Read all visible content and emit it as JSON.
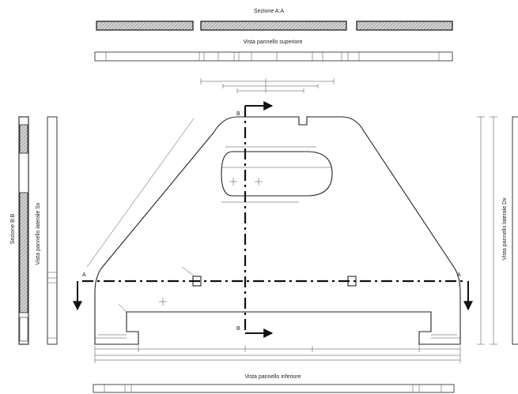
{
  "labels": {
    "section_aa": "Sezione A:A",
    "top_view": "Vista pannello superiore",
    "section_bb": "Sezione B:B",
    "left_view": "Vista pannello laterale Sx",
    "right_view": "Vista pannello laterale Dx",
    "bottom_view": "Vista pannello inferiore",
    "marker_a": "A",
    "marker_b": "B"
  }
}
